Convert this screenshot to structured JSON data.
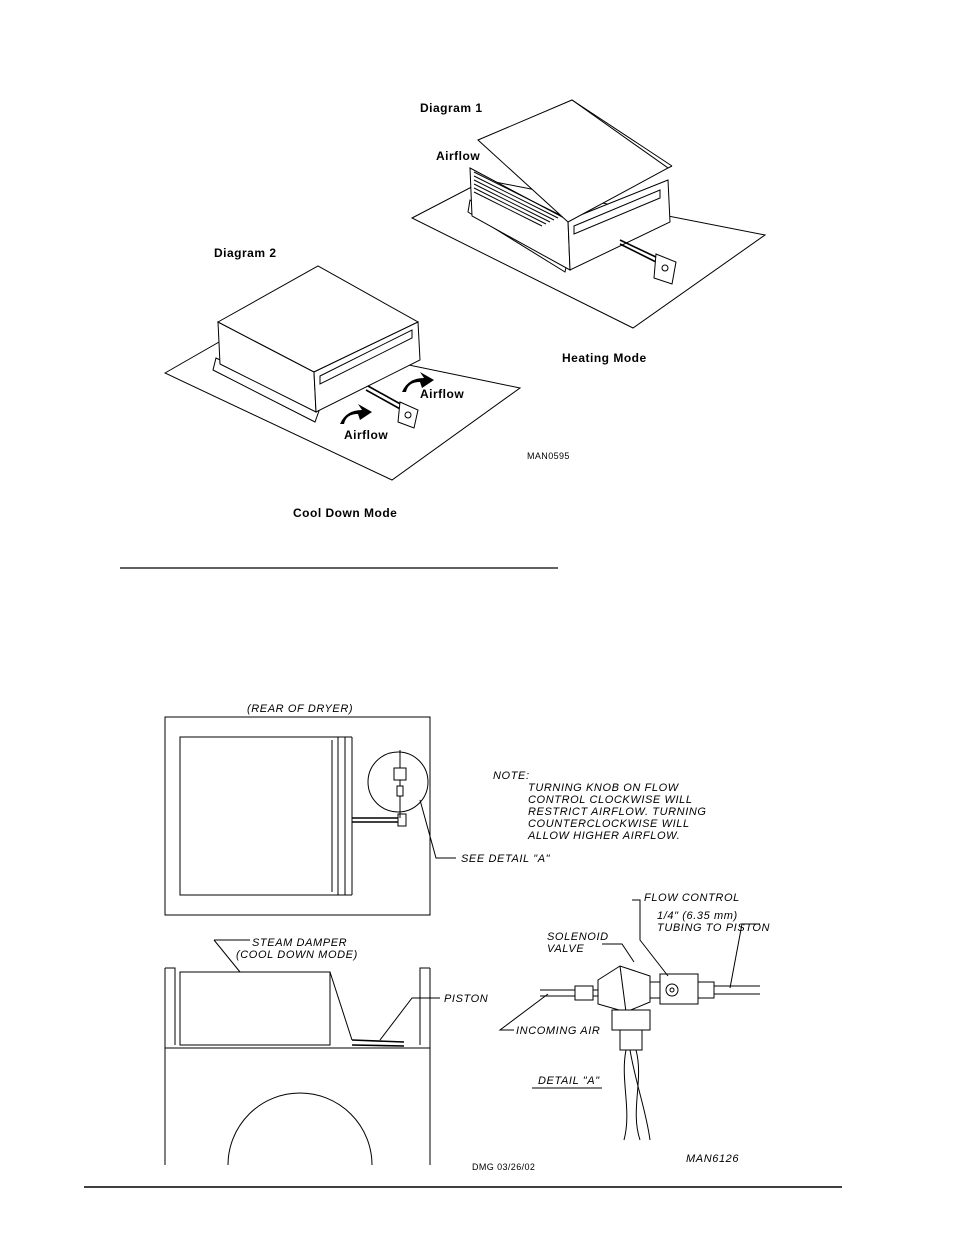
{
  "top_figure": {
    "diagram1_label": "Diagram 1",
    "diagram2_label": "Diagram 2",
    "airflow_top": "Airflow",
    "airflow_right": "Airflow",
    "airflow_bottom": "Airflow",
    "heating_mode": "Heating Mode",
    "cool_down_mode": "Cool Down Mode",
    "figure_code": "MAN0595"
  },
  "bottom_figure": {
    "rear_of_dryer": "(REAR OF DRYER)",
    "note_title": "NOTE:",
    "note_lines": [
      "TURNING KNOB ON FLOW",
      "CONTROL CLOCKWISE WILL",
      "RESTRICT AIRFLOW. TURNING",
      "COUNTERCLOCKWISE WILL",
      "ALLOW HIGHER AIRFLOW."
    ],
    "see_detail": "SEE DETAIL \"A\"",
    "flow_control": "FLOW CONTROL",
    "tubing_line1": "1/4\" (6.35 mm)",
    "tubing_line2": "TUBING TO PISTON",
    "solenoid_line1": "SOLENOID",
    "solenoid_line2": "VALVE",
    "steam_damper_line1": "STEAM DAMPER",
    "steam_damper_line2": "(COOL DOWN MODE)",
    "piston": "PISTON",
    "incoming_air": "INCOMING AIR",
    "detail_a": "DETAIL \"A\"",
    "figure_code": "MAN6126",
    "drawing_date": "DMG 03/26/02"
  }
}
